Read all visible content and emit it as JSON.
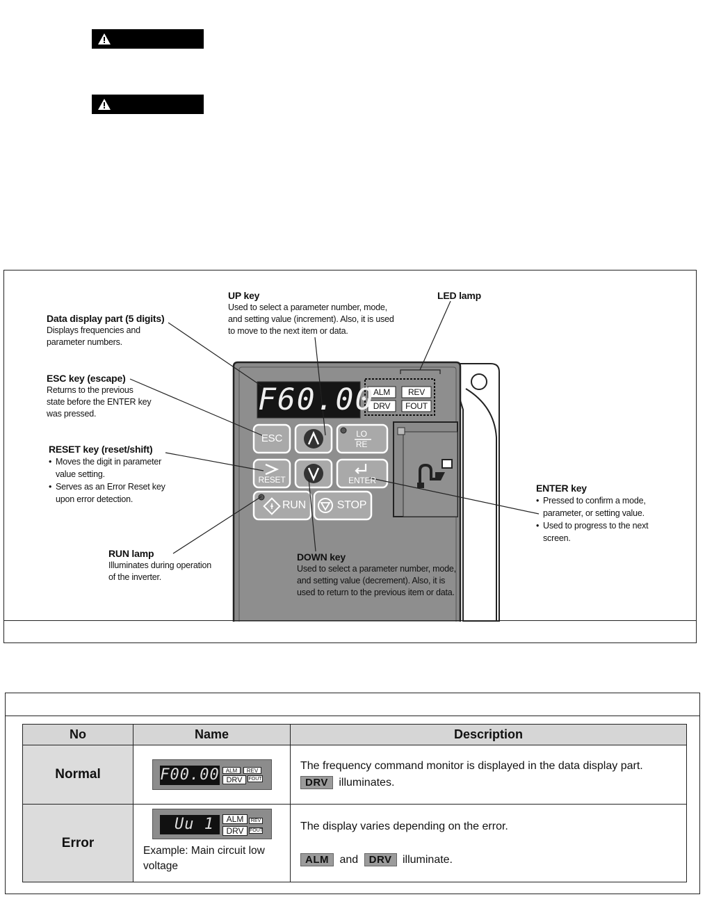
{
  "figure": {
    "display_text": "F60.00",
    "leds": [
      "ALM",
      "REV",
      "DRV",
      "FOUT"
    ],
    "keys": {
      "esc": "ESC",
      "lo": "LO",
      "re": "RE",
      "reset": "RESET",
      "enter": "ENTER",
      "run": "RUN",
      "stop": "STOP"
    },
    "callouts": {
      "data_display": {
        "title": "Data display part (5 digits)",
        "desc": "Displays frequencies and\nparameter numbers."
      },
      "up": {
        "title": "UP key",
        "desc": "Used to select a parameter number, mode,\nand setting value (increment). Also, it is used\nto move to the next item or data."
      },
      "led": {
        "title": "LED lamp"
      },
      "esc": {
        "title": "ESC key (escape)",
        "desc": "Returns to the previous\nstate before the ENTER key\nwas pressed."
      },
      "reset": {
        "title": "RESET key (reset/shift)",
        "b1": "Moves the digit in parameter\nvalue setting.",
        "b2": "Serves as an Error Reset key\nupon error detection."
      },
      "enter": {
        "title": "ENTER key",
        "b1": "Pressed to confirm a mode,\nparameter, or setting value.",
        "b2": "Used to progress to the next\nscreen."
      },
      "run_lamp": {
        "title": "RUN lamp",
        "desc": "Illuminates during operation\nof the inverter."
      },
      "down": {
        "title": "DOWN key",
        "desc": "Used to select a parameter number, mode,\nand setting value (decrement). Also, it is\nused to return to the previous item or data."
      }
    }
  },
  "table": {
    "headers": [
      "No",
      "Name",
      "Description"
    ],
    "rows": [
      {
        "no": "Normal",
        "display": "F00.00",
        "desc_line1": "The frequency command monitor is displayed in the data display part.",
        "chip1": "DRV",
        "desc_line2": "illuminates."
      },
      {
        "no": "Error",
        "display": "Uu 1",
        "example": "Example: Main circuit low voltage",
        "desc_line1": "The display varies depending on the error.",
        "chip1": "ALM",
        "and": "and",
        "chip2": "DRV",
        "desc_line2": "illuminate."
      }
    ]
  }
}
